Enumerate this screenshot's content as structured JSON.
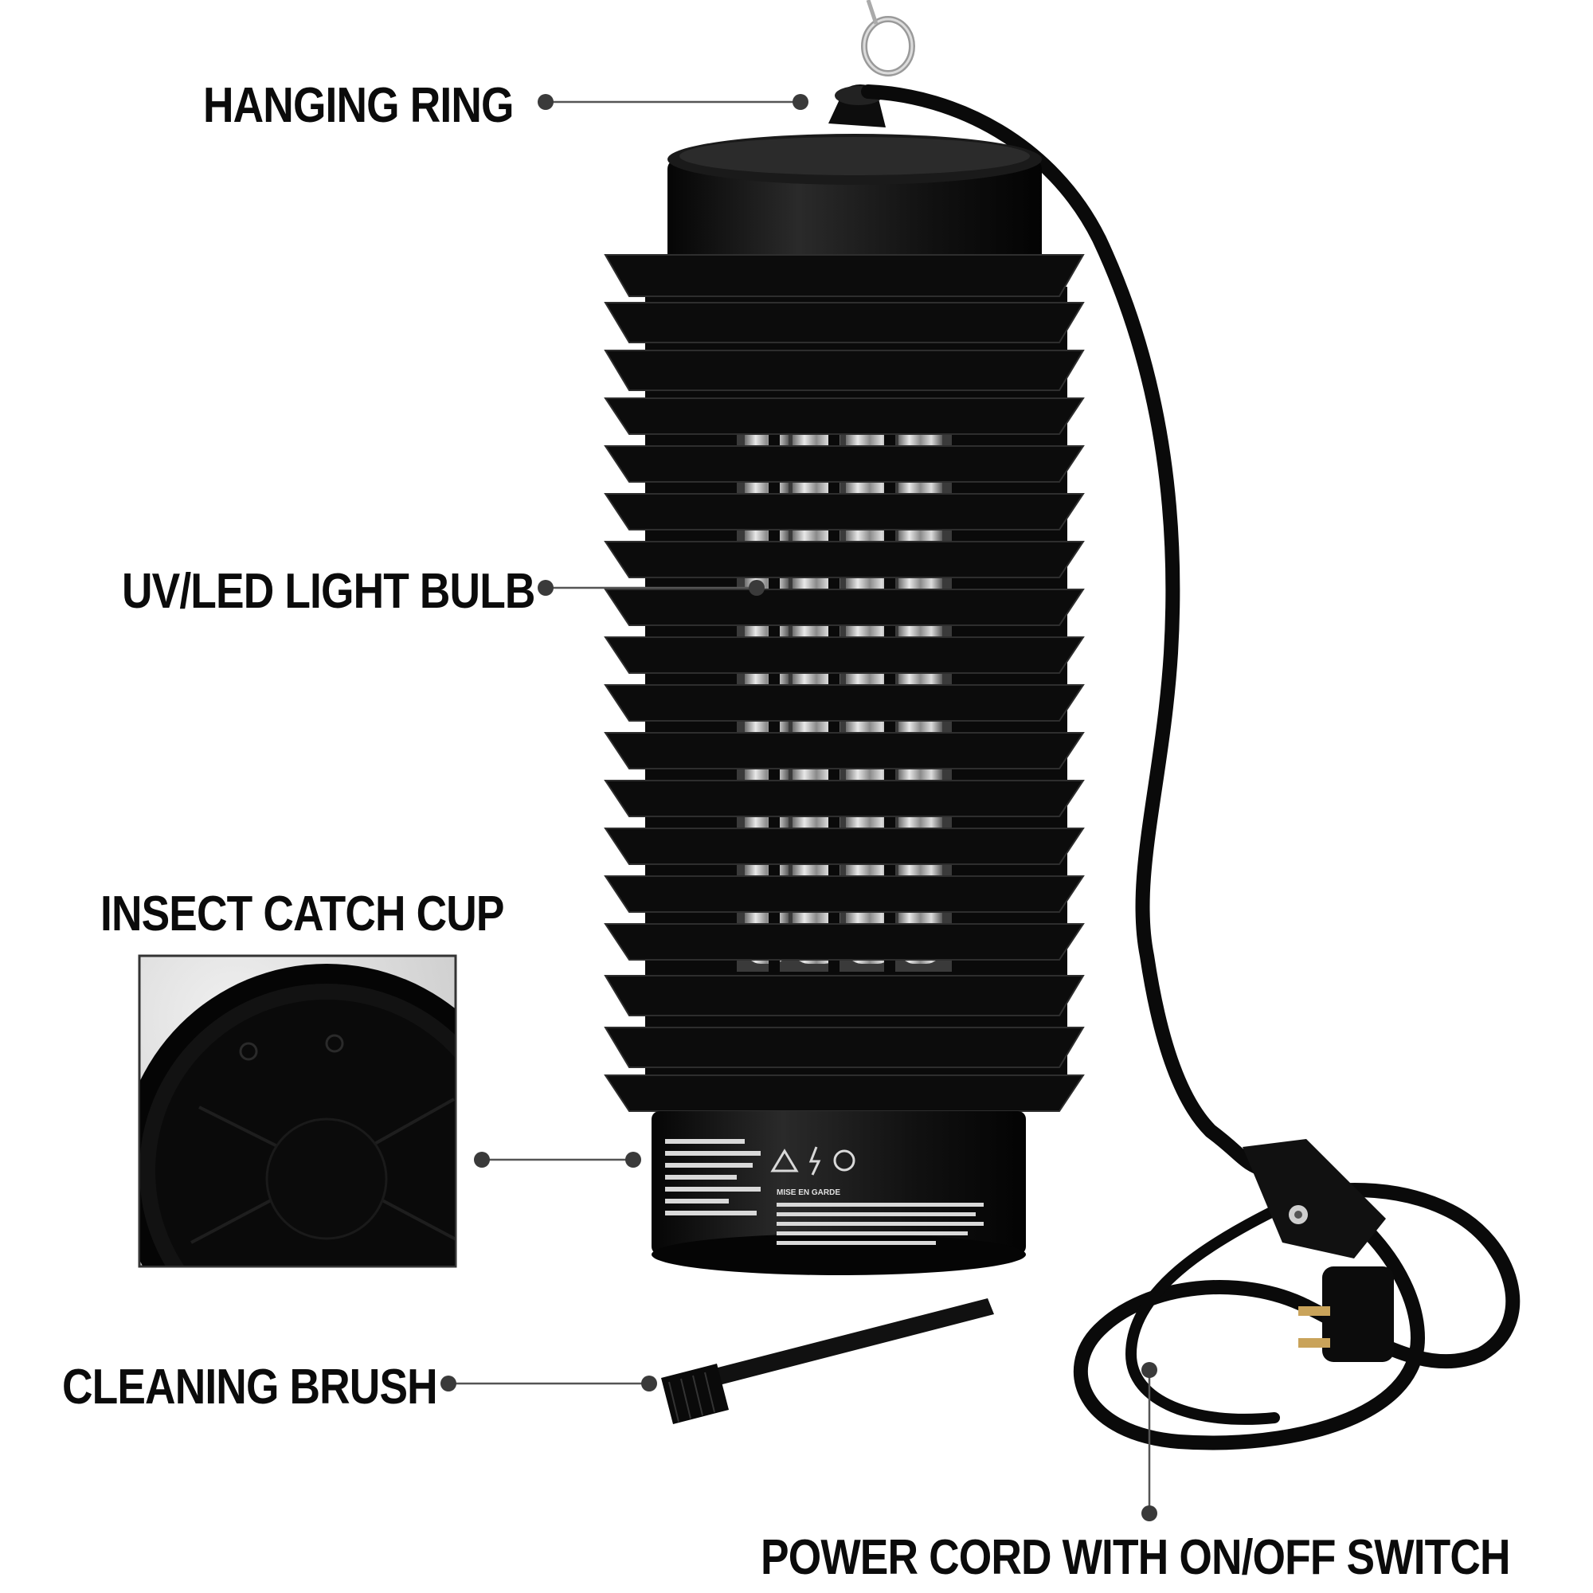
{
  "callouts": {
    "hanging_ring": "HANGING RING",
    "light_bulb": "UV/LED LIGHT BULB",
    "catch_cup": "INSECT CATCH CUP",
    "cleaning_brush": "CLEANING BRUSH",
    "power_cord": "POWER CORD WITH ON/OFF SWITCH"
  },
  "device_label": {
    "warning_title": "MISE EN GARDE",
    "symbols": [
      "warning-triangle-icon",
      "shock-hazard-icon",
      "safety-mark-icon"
    ]
  },
  "colors": {
    "device": "#0d0d0d",
    "callout_line": "#555555",
    "callout_dot": "#3a3a3a",
    "inset_border": "#333333",
    "inset_background": "#d8d8d8"
  }
}
